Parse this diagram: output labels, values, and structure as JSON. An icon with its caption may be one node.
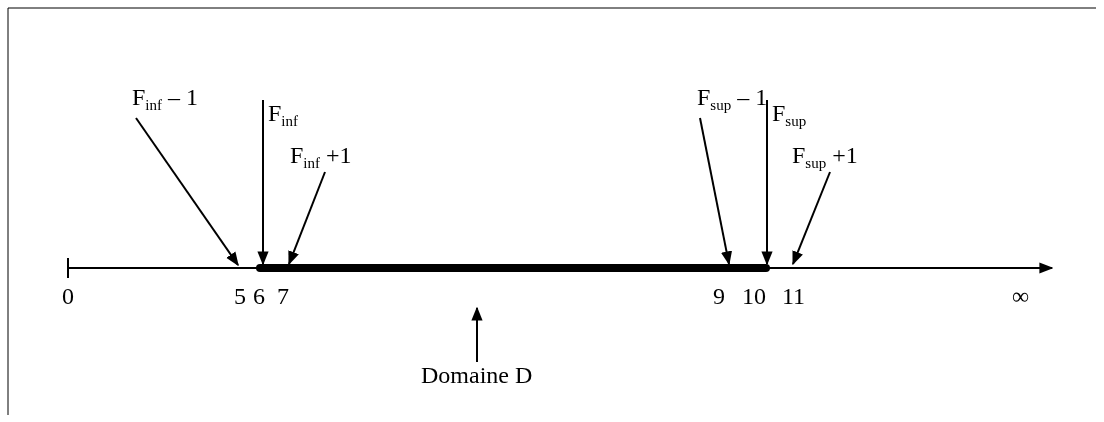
{
  "diagram": {
    "nodes": [
      {
        "text": [
          "F$_{inf}$ – 1"
        ]
      },
      {
        "text": [
          "F$_{inf}$"
        ]
      },
      {
        "text": [
          "F$_{inf}$ +1"
        ]
      },
      {
        "text": [
          "F$_{sup}$ – 1"
        ]
      },
      {
        "text": [
          "F$_{sup}$"
        ]
      },
      {
        "text": [
          "F$_{sup}$ +1"
        ]
      },
      {
        "text": [
          "Domaine D"
        ]
      }
    ],
    "edges": [
      {
        "from": 0,
        "to": null,
        "arrow": "to"
      },
      {
        "from": 1,
        "to": null,
        "arrow": "to"
      },
      {
        "from": 2,
        "to": null,
        "arrow": "to"
      },
      {
        "from": 3,
        "to": null,
        "arrow": "to"
      },
      {
        "from": 4,
        "to": null,
        "arrow": "to"
      },
      {
        "from": 5,
        "to": null,
        "arrow": "to"
      },
      {
        "from": 6,
        "to": null,
        "arrow": "to"
      }
    ],
    "labels": [
      "0",
      "5",
      "6",
      "7",
      "9",
      "10",
      "11",
      "∞"
    ]
  }
}
